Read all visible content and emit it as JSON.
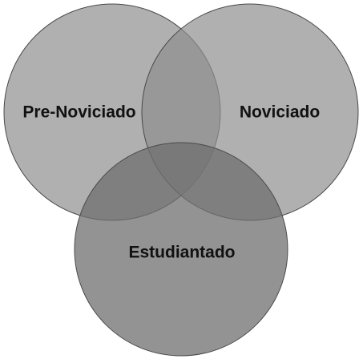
{
  "diagram": {
    "type": "venn",
    "sets": [
      {
        "label": "Pre-Noviciado",
        "color": "#8f8f8f"
      },
      {
        "label": "Noviciado",
        "color": "#8f8f8f"
      },
      {
        "label": "Estudiantado",
        "color": "#6f6f6f"
      }
    ],
    "stroke_color": "#4a4a4a",
    "text_color": "#111111"
  }
}
